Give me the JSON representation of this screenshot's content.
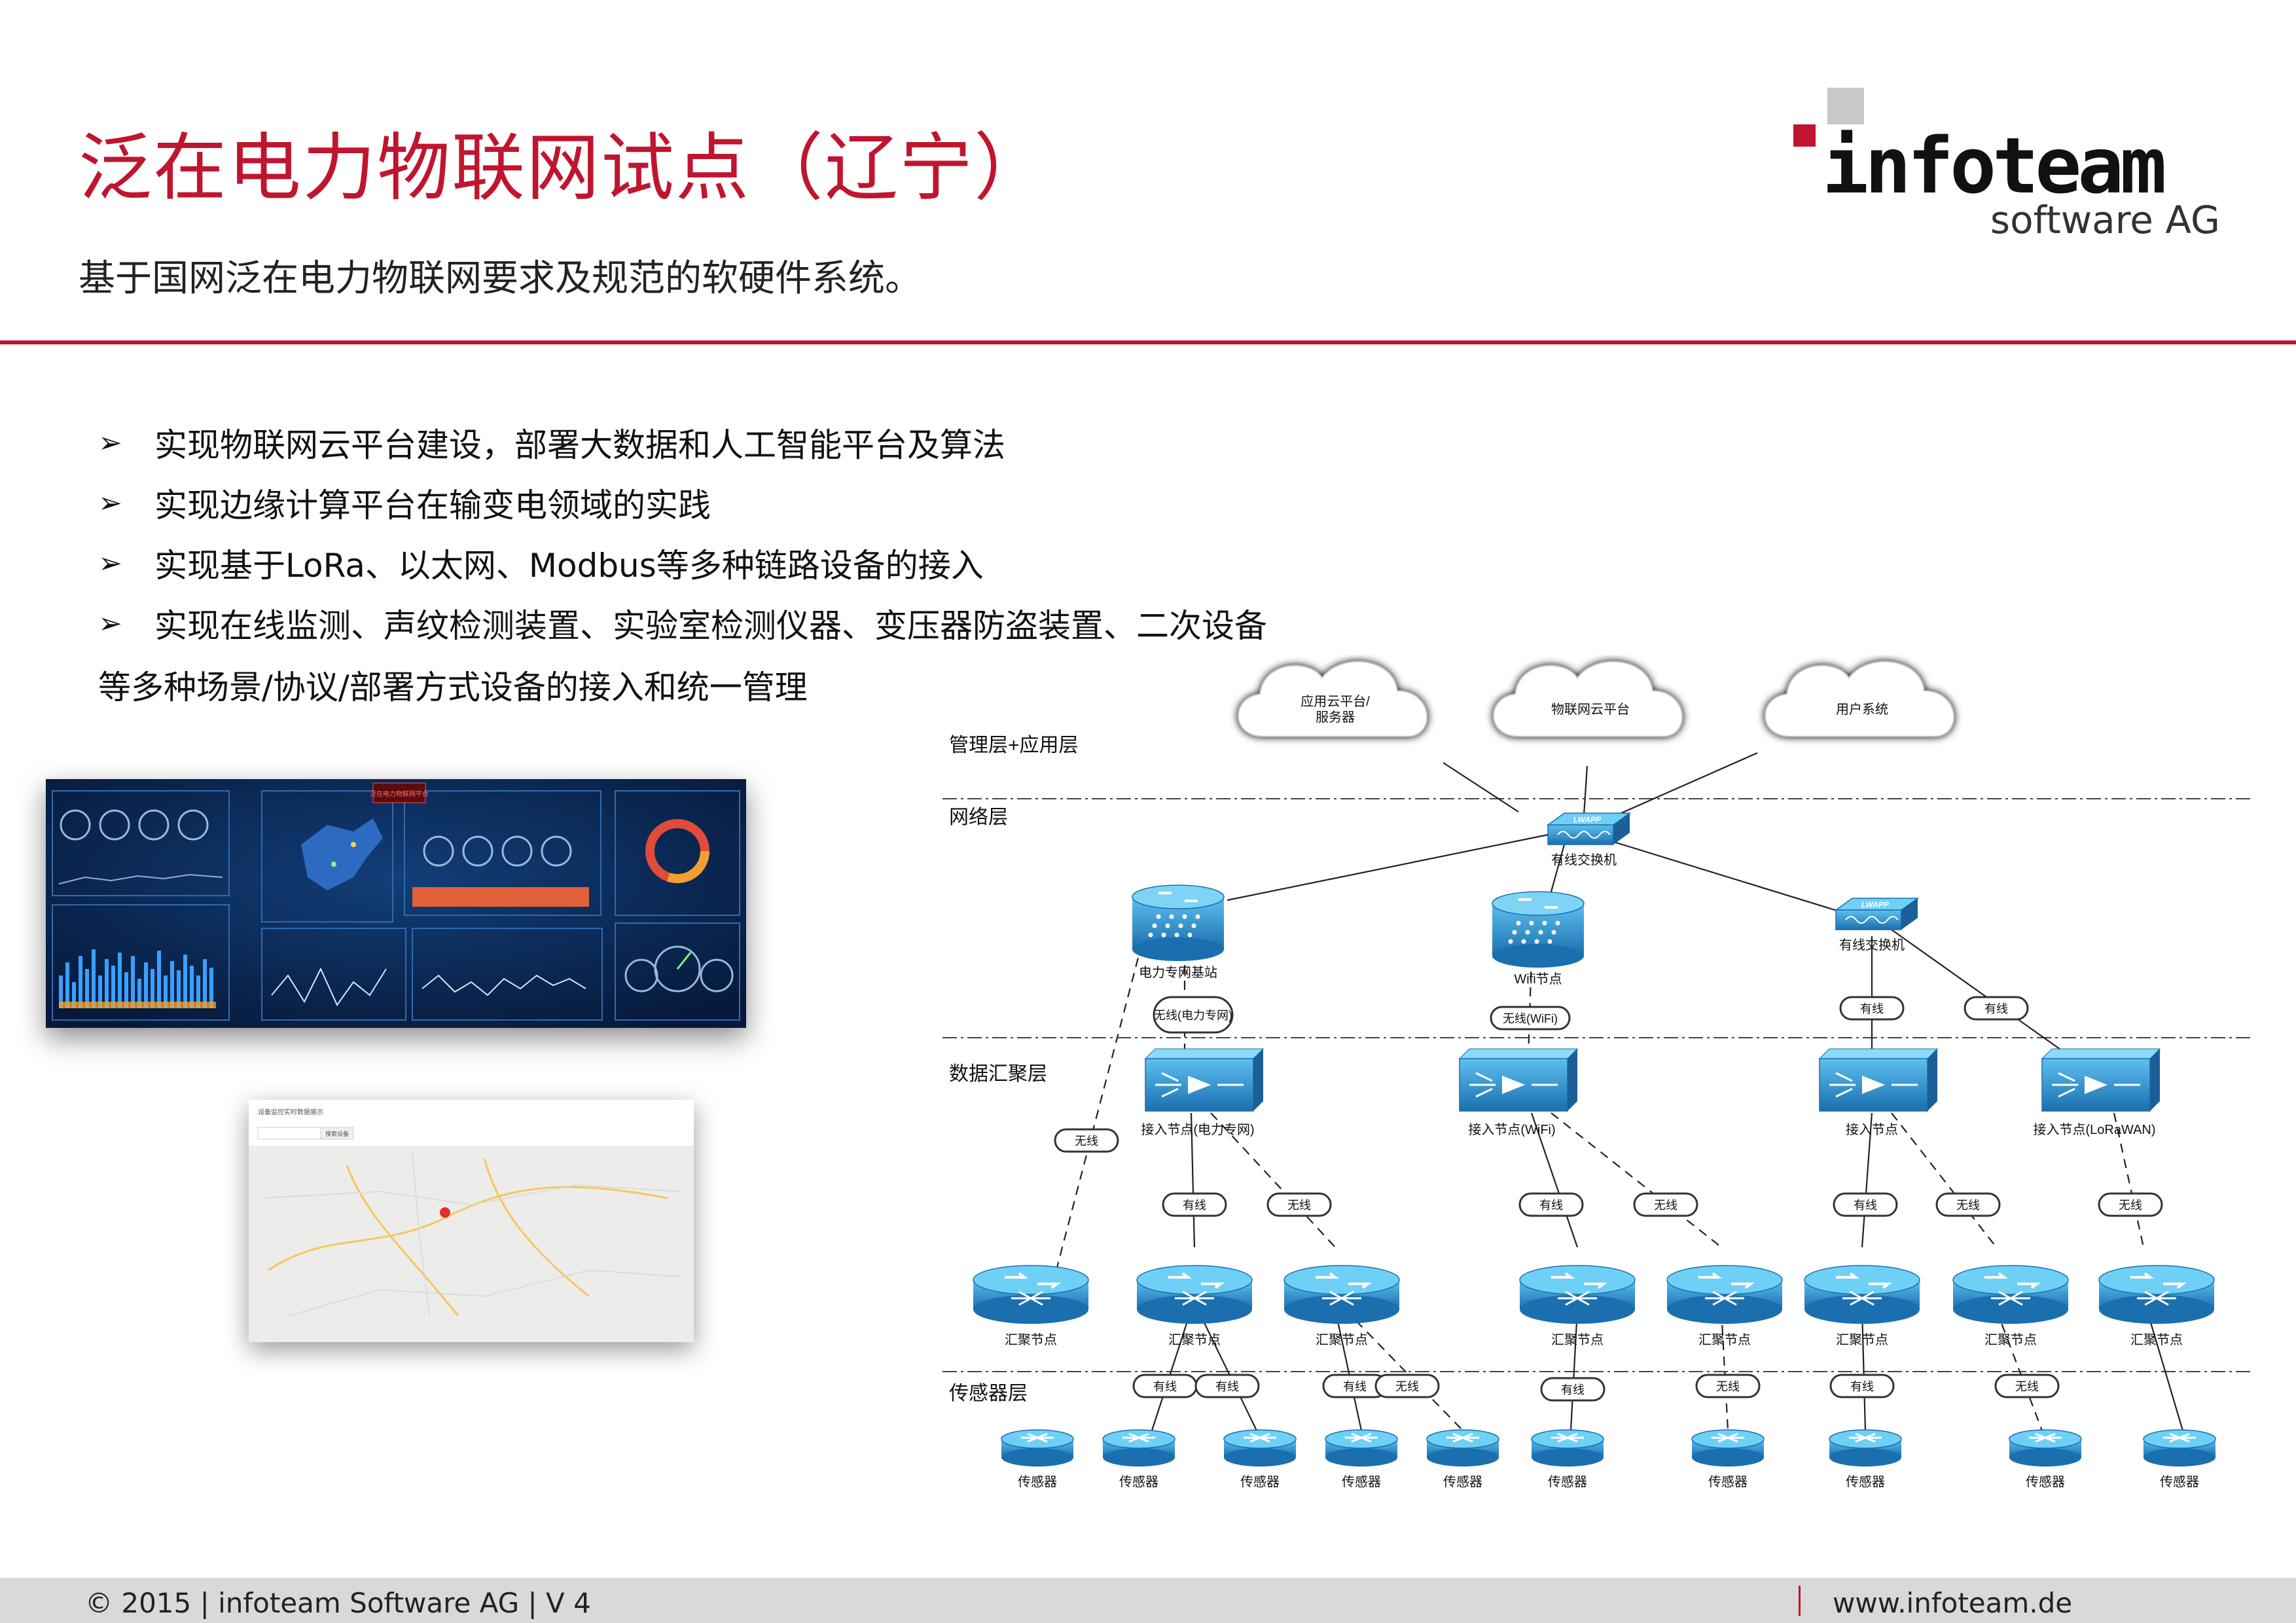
{
  "header": {
    "title": "泛在电力物联网试点（辽宁）",
    "subtitle": "基于国网泛在电力物联网要求及规范的软硬件系统。"
  },
  "logo": {
    "name": "infoteam",
    "sub": "software AG"
  },
  "bullets": [
    "实现物联网云平台建设，部署大数据和人工智能平台及算法",
    "实现边缘计算平台在输变电领域的实践",
    "实现基于LoRa、以太网、Modbus等多种链路设备的接入",
    "实现在线监测、声纹检测装置、实验室检测仪器、变压器防盗装置、二次设备"
  ],
  "bullet_tail": "等多种场景/协议/部署方式设备的接入和统一管理",
  "bullet_marker": "➢",
  "dashboard": {
    "badge": "泛在电力物联网平台"
  },
  "mapshot": {
    "title": "设备监控实时数据展示",
    "button": "搜索设备"
  },
  "diagram": {
    "layers": [
      "管理层+应用层",
      "网络层",
      "数据汇聚层",
      "传感器层"
    ],
    "clouds": [
      "应用云平台/\n服务器",
      "物联网云平台",
      "用户系统"
    ],
    "switches": [
      "有线交换机",
      "有线交换机"
    ],
    "switch_brand": "LWAPP",
    "stations": [
      "电力专网基站",
      "Wifi节点"
    ],
    "access_nodes": [
      "接入节点(电力专网)",
      "接入节点(WiFi)",
      "接入节点",
      "接入节点(LoRaWAN)"
    ],
    "agg_label": "汇聚节点",
    "sensor_label": "传感器",
    "link_labels": {
      "wired": "有线",
      "wireless": "无线",
      "wireless_power": "无线(电力专网)",
      "wireless_wifi": "无线(WiFi)"
    }
  },
  "footer": {
    "left": "© 2015 | infoteam Software AG | V 4",
    "right": "www.infoteam.de"
  },
  "colors": {
    "brand": "#c0152f",
    "device": "#2b8fc8",
    "dash_bg": "#0b2a55"
  }
}
